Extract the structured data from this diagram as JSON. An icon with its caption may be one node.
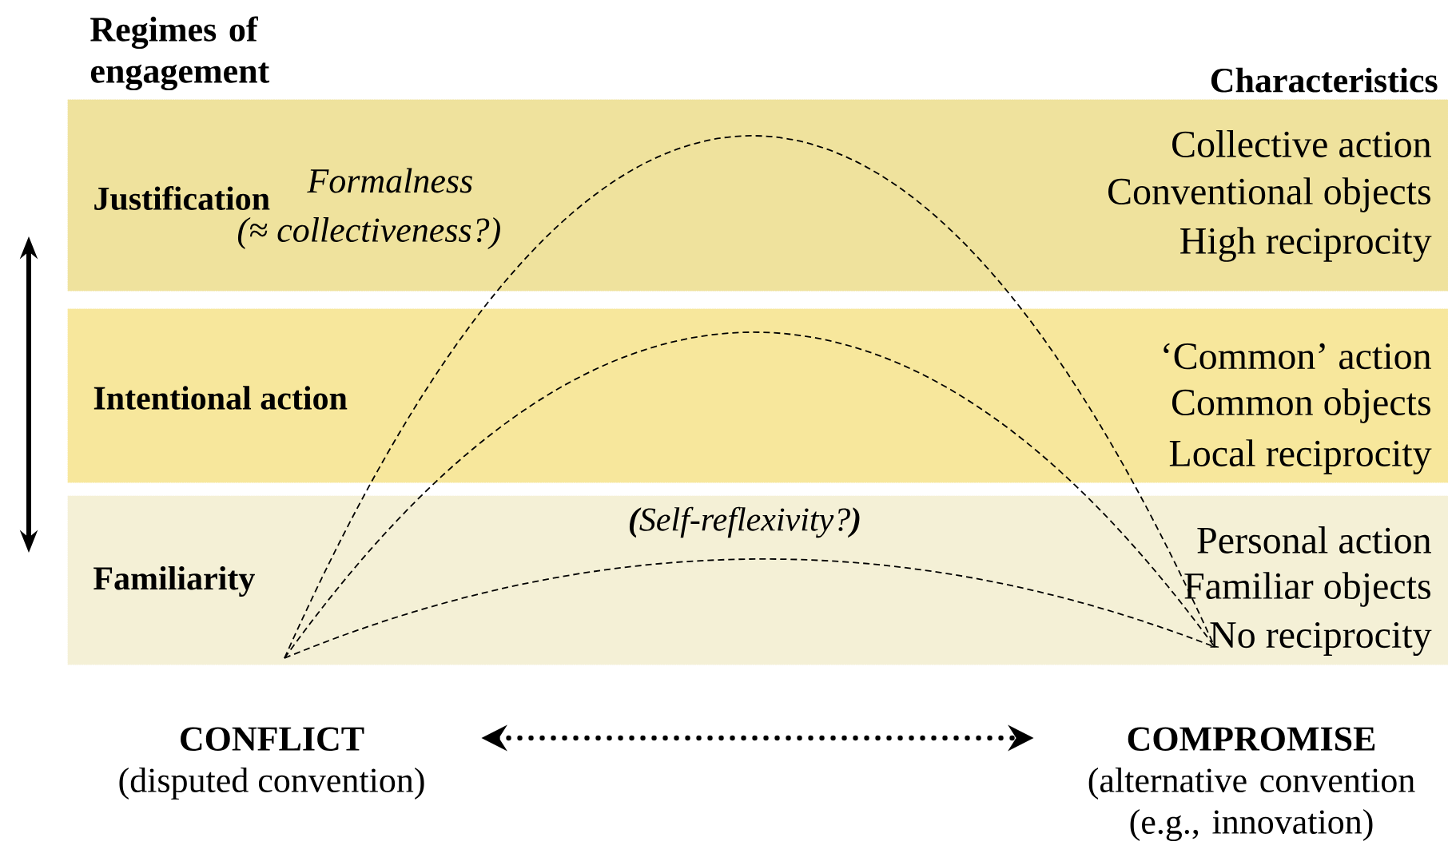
{
  "diagram": {
    "nodes": [
      {
        "text": [
          "Justification",
          "Collective action",
          "Conventional objects",
          "High reciprocity"
        ]
      },
      {
        "text": [
          "Intentional action",
          "‘Common’ action",
          "Common objects",
          "Local reciprocity"
        ]
      },
      {
        "text": [
          "Familiarity",
          "Personal action",
          "Familiar objects",
          "No reciprocity"
        ]
      },
      {
        "text": [
          "CONFLICT",
          "(disputed convention)"
        ]
      },
      {
        "text": [
          "COMPROMISE",
          "(alternative convention (e.g., innovation)"
        ]
      }
    ],
    "edges": [
      {
        "from": 3,
        "to": 4,
        "arrow": "both",
        "style": "dashed"
      }
    ],
    "labels": [
      "Regimes of engagement",
      "Characteristics",
      "Formalness",
      "(≈ collectiveness?)",
      "**(**Self-reflexivity?**)**"
    ]
  }
}
